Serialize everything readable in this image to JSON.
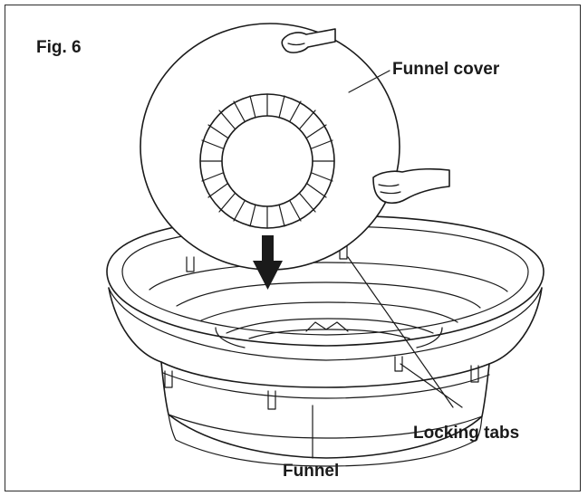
{
  "figure": {
    "title": "Fig. 6",
    "labels": {
      "funnel_cover": "Funnel cover",
      "locking_tabs": "Locking tabs",
      "funnel": "Funnel"
    },
    "colors": {
      "line": "#1a1a1a",
      "background": "#ffffff",
      "frame": "#2b2b2b"
    }
  }
}
